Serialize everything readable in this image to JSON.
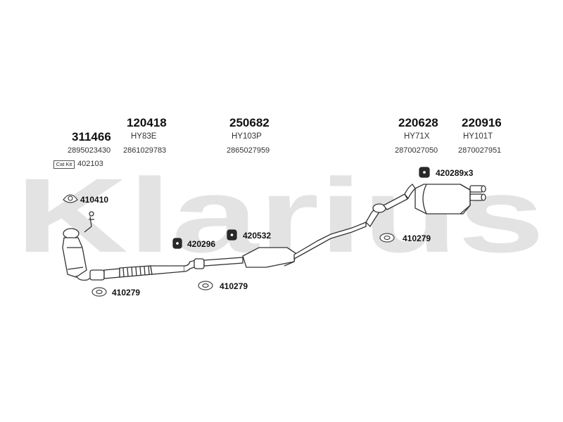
{
  "watermark": {
    "text": "Klarius",
    "color": "#e3e3e3"
  },
  "groups": [
    {
      "part_number": "311466",
      "code": "",
      "number": "2895023430"
    },
    {
      "part_number": "120418",
      "code": "HY83E",
      "number": "2861029783"
    },
    {
      "part_number": "250682",
      "code": "HY103P",
      "number": "2865027959"
    },
    {
      "part_number": "220628",
      "code": "HY71X",
      "number": "2870027050"
    },
    {
      "part_number": "220916",
      "code": "HY101T",
      "number": "2870027951"
    }
  ],
  "cat_kit": {
    "label": "Cat Kit",
    "number": "402103"
  },
  "fittings": [
    {
      "label": "410410",
      "icon": "gasket-ring-icon"
    },
    {
      "label": "420296",
      "icon": "rubber-hanger-icon"
    },
    {
      "label": "420532",
      "icon": "rubber-hanger-icon"
    },
    {
      "label": "420289x3",
      "icon": "rubber-hanger-icon"
    },
    {
      "label": "410279",
      "icon": "gasket-ring-icon"
    },
    {
      "label": "410279",
      "icon": "gasket-ring-icon"
    },
    {
      "label": "410279",
      "icon": "gasket-ring-icon"
    }
  ]
}
